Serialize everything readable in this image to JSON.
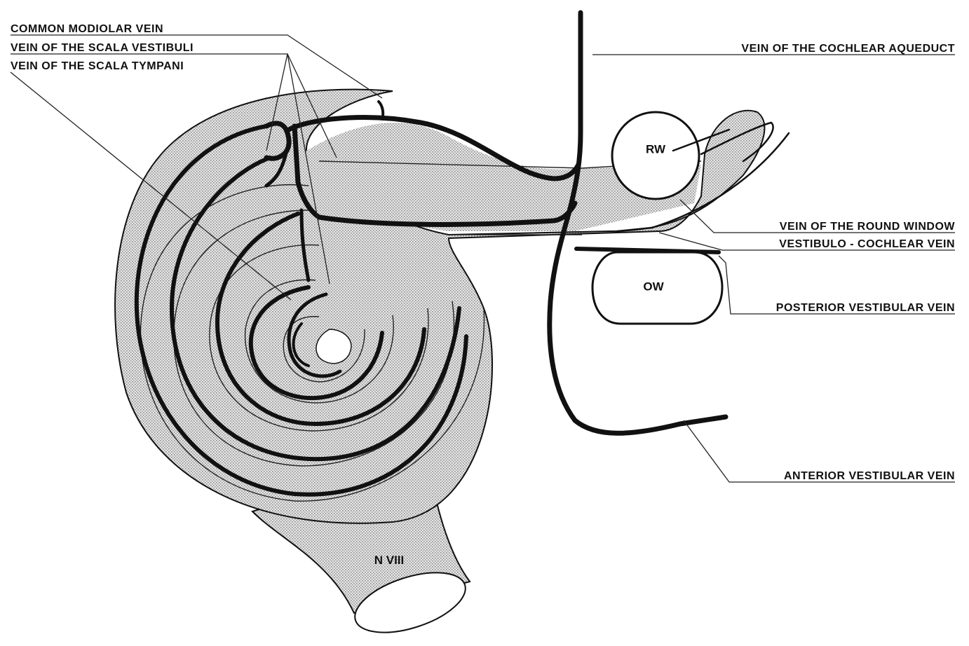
{
  "labels": {
    "common_modiolar_vein": "COMMON MODIOLAR VEIN",
    "vein_scala_vestibuli": "VEIN OF THE SCALA VESTIBULI",
    "vein_scala_tympani": "VEIN OF THE SCALA TYMPANI",
    "vein_cochlear_aqueduct": "VEIN OF THE COCHLEAR AQUEDUCT",
    "vein_round_window": "VEIN OF THE ROUND WINDOW",
    "vestibulo_cochlear_vein": "VESTIBULO - COCHLEAR VEIN",
    "posterior_vestibular_vein": "POSTERIOR VESTIBULAR VEIN",
    "anterior_vestibular_vein": "ANTERIOR VESTIBULAR VEIN"
  },
  "structures": {
    "round_window": "RW",
    "oval_window": "OW",
    "nerve": "N VIII"
  }
}
